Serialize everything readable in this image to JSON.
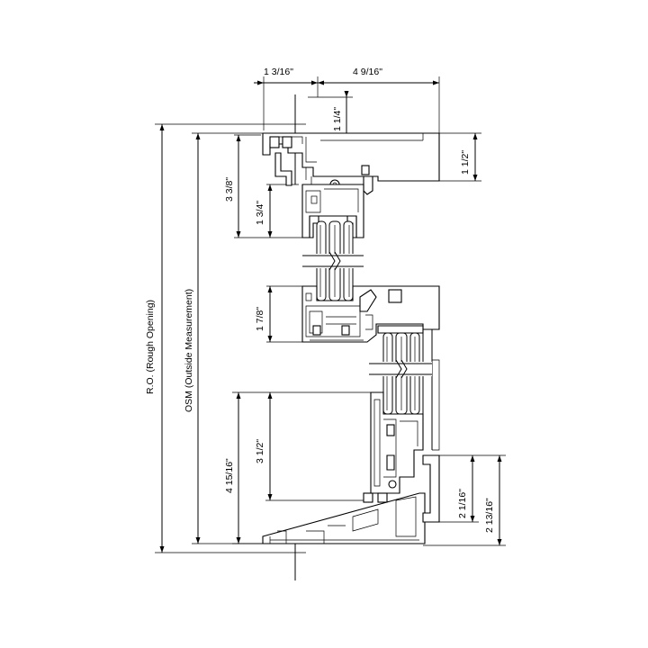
{
  "dimensions": {
    "top_left_width": "1 3/16\"",
    "top_right_width": "4 9/16\"",
    "head_offset": "1 1/4\"",
    "head_height": "1 1/2\"",
    "upper_sash_height": "3 3/8\"",
    "upper_sash_rail": "1 3/4\"",
    "meeting_rail": "1 7/8\"",
    "lower_sash": "3 1/2\"",
    "sill_total": "4 15/16\"",
    "sill_inner": "2 1/16\"",
    "sill_outer": "2 13/16\"",
    "rough_opening": "R.O. (Rough Opening)",
    "outside_measurement": "OSM (Outside Measurement)"
  }
}
